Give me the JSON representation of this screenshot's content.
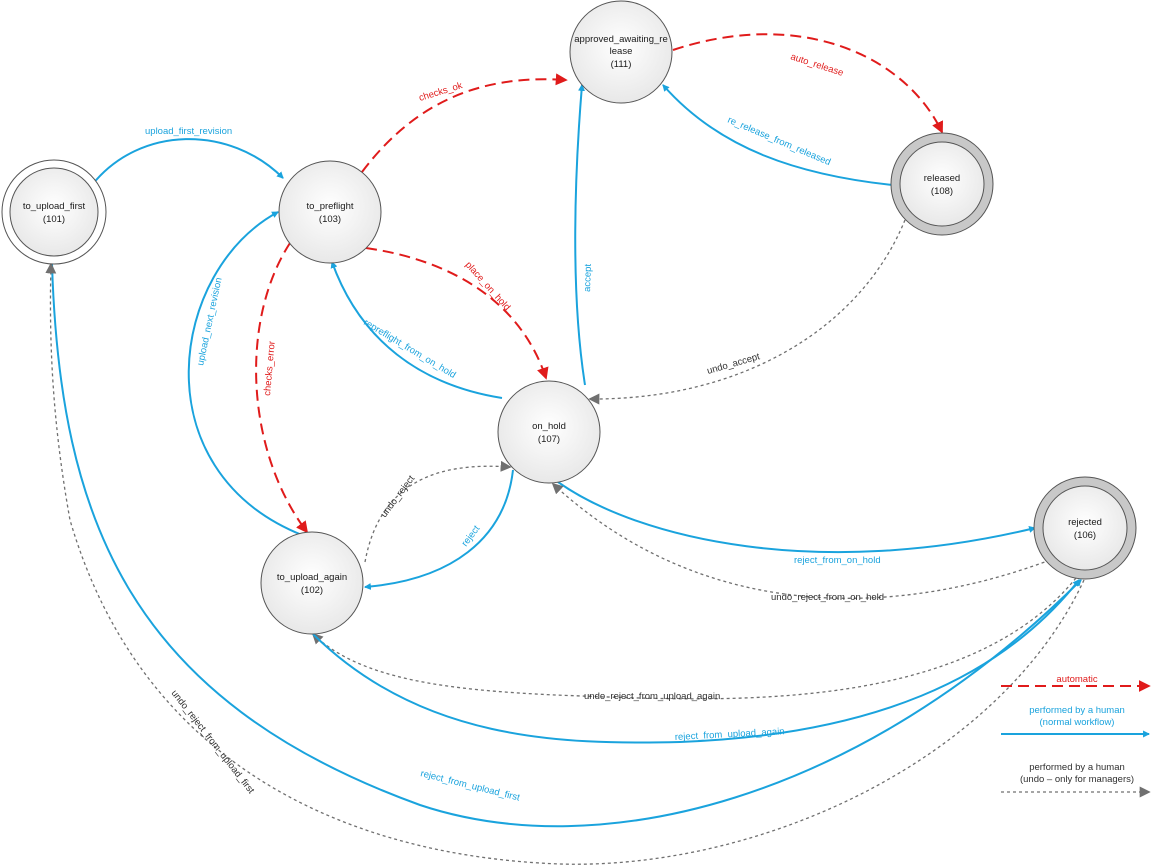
{
  "states": {
    "to_upload_first": {
      "name": "to_upload_first",
      "code": "(101)",
      "style": "final"
    },
    "to_upload_again": {
      "name": "to_upload_again",
      "code": "(102)",
      "style": "normal"
    },
    "to_preflight": {
      "name": "to_preflight",
      "code": "(103)",
      "style": "normal"
    },
    "rejected": {
      "name": "rejected",
      "code": "(106)",
      "style": "final-grey"
    },
    "on_hold": {
      "name": "on_hold",
      "code": "(107)",
      "style": "normal"
    },
    "released": {
      "name": "released",
      "code": "(108)",
      "style": "final-grey"
    },
    "approved_awaiting_release": {
      "name_line1": "approved_awaiting_re",
      "name_line2": "lease",
      "code": "(111)",
      "style": "normal"
    }
  },
  "transitions": {
    "upload_first_revision": {
      "label": "upload_first_revision",
      "from": "to_upload_first",
      "to": "to_preflight",
      "kind": "human"
    },
    "checks_ok": {
      "label": "checks_ok",
      "from": "to_preflight",
      "to": "approved_awaiting_release",
      "kind": "automatic"
    },
    "auto_release": {
      "label": "auto_release",
      "from": "approved_awaiting_release",
      "to": "released",
      "kind": "automatic"
    },
    "re_release_from_released": {
      "label": "re_release_from_released",
      "from": "released",
      "to": "approved_awaiting_release",
      "kind": "human"
    },
    "accept": {
      "label": "accept",
      "from": "on_hold",
      "to": "approved_awaiting_release",
      "kind": "human"
    },
    "place_on_hold": {
      "label": "place_on_hold",
      "from": "to_preflight",
      "to": "on_hold",
      "kind": "automatic"
    },
    "checks_error": {
      "label": "checks_error",
      "from": "to_preflight",
      "to": "to_upload_again",
      "kind": "automatic"
    },
    "upload_next_revision": {
      "label": "upload_next_revision",
      "from": "to_upload_again",
      "to": "to_preflight",
      "kind": "human"
    },
    "repreflight_from_on_hold": {
      "label": "repreflight_from_on_hold",
      "from": "on_hold",
      "to": "to_preflight",
      "kind": "human"
    },
    "undo_accept": {
      "label": "undo_accept",
      "from": "released",
      "to": "on_hold",
      "kind": "undo"
    },
    "undo_reject": {
      "label": "undo_reject",
      "from": "to_upload_again",
      "to": "on_hold",
      "kind": "undo"
    },
    "reject": {
      "label": "reject",
      "from": "on_hold",
      "to": "to_upload_again",
      "kind": "human"
    },
    "reject_from_on_hold": {
      "label": "reject_from_on_hold",
      "from": "on_hold",
      "to": "rejected",
      "kind": "human"
    },
    "undo_reject_from_on_hold": {
      "label": "undo_reject_from_on_hold",
      "from": "rejected",
      "to": "on_hold",
      "kind": "undo"
    },
    "undo_reject_from_upload_again": {
      "label": "undo_reject_from_upload_again",
      "from": "rejected",
      "to": "to_upload_again",
      "kind": "undo"
    },
    "reject_from_upload_again": {
      "label": "reject_from_upload_again",
      "from": "to_upload_again",
      "to": "rejected",
      "kind": "human"
    },
    "reject_from_upload_first": {
      "label": "reject_from_upload_first",
      "from": "to_upload_first",
      "to": "rejected",
      "kind": "human"
    },
    "undo_reject_from_upload_first": {
      "label": "undo_reject_from_upload_first",
      "from": "rejected",
      "to": "to_upload_first",
      "kind": "undo"
    }
  },
  "legend": {
    "automatic": {
      "line1": "automatic"
    },
    "human": {
      "line1": "performed by a human",
      "line2": "(normal workflow)"
    },
    "undo": {
      "line1": "performed by a human",
      "line2": "(undo – only for managers)"
    }
  },
  "colors": {
    "human": "#1aa3dd",
    "automatic": "#e01b1b",
    "undo": "#707070",
    "node_fill_light": "#f7f7f7",
    "node_ring_grey": "#c8c8c8"
  }
}
